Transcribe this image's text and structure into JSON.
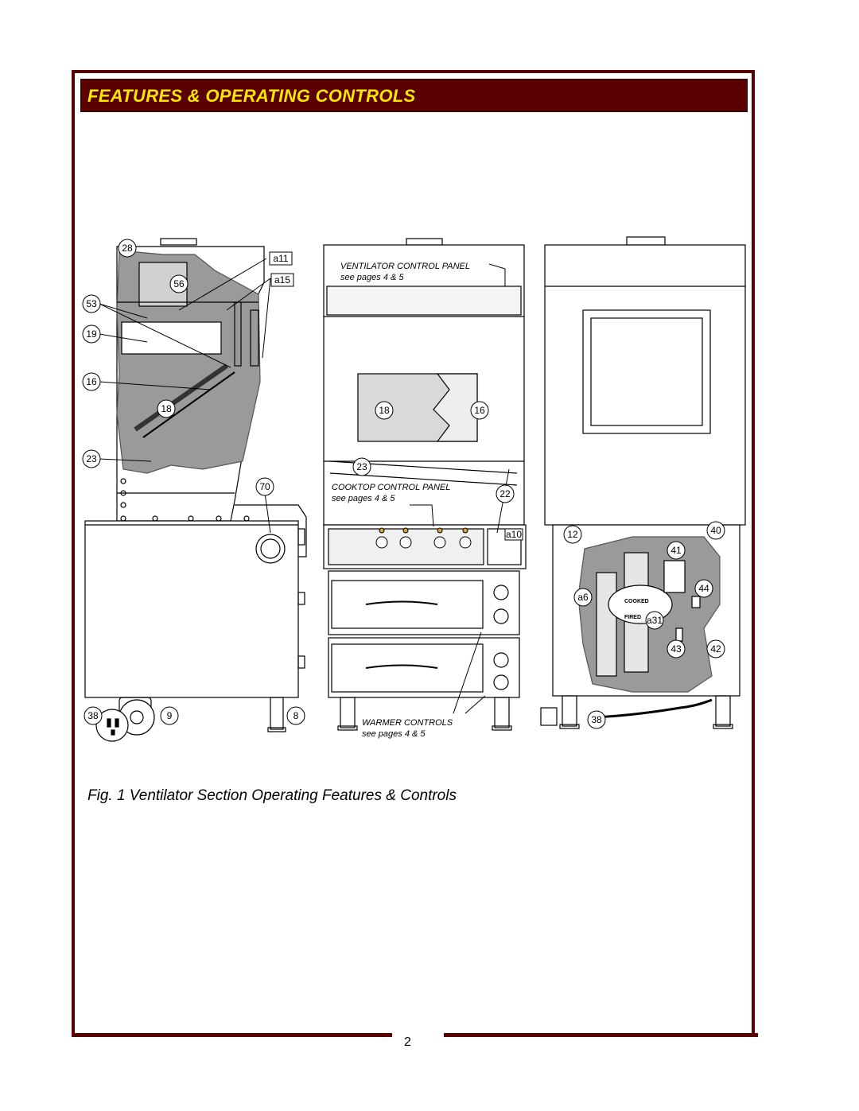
{
  "header": {
    "title": "FEATURES & OPERATING CONTROLS"
  },
  "figure": {
    "caption": "Fig. 1  Ventilator Section Operating Features & Controls",
    "labels": {
      "ventilator_panel": "VENTILATOR CONTROL PANEL",
      "ventilator_pages": "see pages 4 & 5",
      "cooktop_panel": "COOKTOP CONTROL PANEL",
      "cooktop_pages": "see pages 4 & 5",
      "warmer_controls": "WARMER CONTROLS",
      "warmer_pages": "see pages 4 & 5",
      "cooked": "COOKED",
      "fired": "FIRED"
    },
    "callouts": {
      "c28": "28",
      "c56": "56",
      "c53": "53",
      "c19": "19",
      "c16l": "16",
      "c18l": "18",
      "c23l": "23",
      "c70": "70",
      "c38l": "38",
      "c9": "9",
      "c8": "8",
      "a11": "a11",
      "a15": "a15",
      "c18m": "18",
      "c16m": "16",
      "c23m": "23",
      "c22": "22",
      "a10": "a10",
      "c12": "12",
      "c40": "40",
      "c41": "41",
      "c44": "44",
      "a6": "a6",
      "a31": "a31",
      "c43": "43",
      "c42": "42",
      "c38r": "38"
    }
  },
  "footer": {
    "page_number": "2"
  }
}
